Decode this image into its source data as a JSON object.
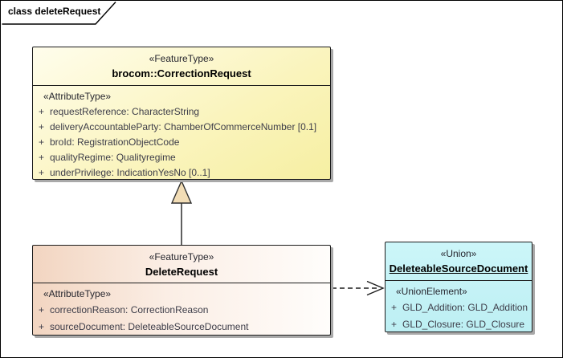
{
  "frame": {
    "title": "class deleteRequest"
  },
  "misc": {
    "plus": "+"
  },
  "classes": {
    "correction_request": {
      "stereotype": "«FeatureType»",
      "name": "brocom::CorrectionRequest",
      "section_label": "«AttributeType»",
      "attributes": [
        "requestReference: CharacterString",
        "deliveryAccountableParty: ChamberOfCommerceNumber [0.1]",
        "broId: RegistrationObjectCode",
        "qualityRegime: Qualityregime",
        "underPrivilege: IndicationYesNo [0..1]"
      ]
    },
    "delete_request": {
      "stereotype": "«FeatureType»",
      "name": "DeleteRequest",
      "section_label": "«AttributeType»",
      "attributes": [
        "correctionReason: CorrectionReason",
        "sourceDocument: DeleteableSourceDocument"
      ]
    },
    "deleteable_source_document": {
      "stereotype": "«Union»",
      "name": "DeleteableSourceDocument",
      "section_label": "«UnionElement»",
      "attributes": [
        "GLD_Addition: GLD_Addition",
        "GLD_Closure: GLD_Closure"
      ]
    }
  },
  "relationships": {
    "generalization": {
      "type": "generalization",
      "from": "DeleteRequest",
      "to": "brocom::CorrectionRequest"
    },
    "dependency": {
      "type": "dependency",
      "from": "DeleteRequest",
      "to": "DeleteableSourceDocument"
    }
  },
  "colors": {
    "correction_fill": "#f8f2ae",
    "delete_fill_left": "#f2d5c1",
    "union_fill": "#c5f3f6",
    "triangle_fill": "#f2ddb6",
    "border": "#1c1c1c",
    "shadow": "#a9a9a9"
  }
}
